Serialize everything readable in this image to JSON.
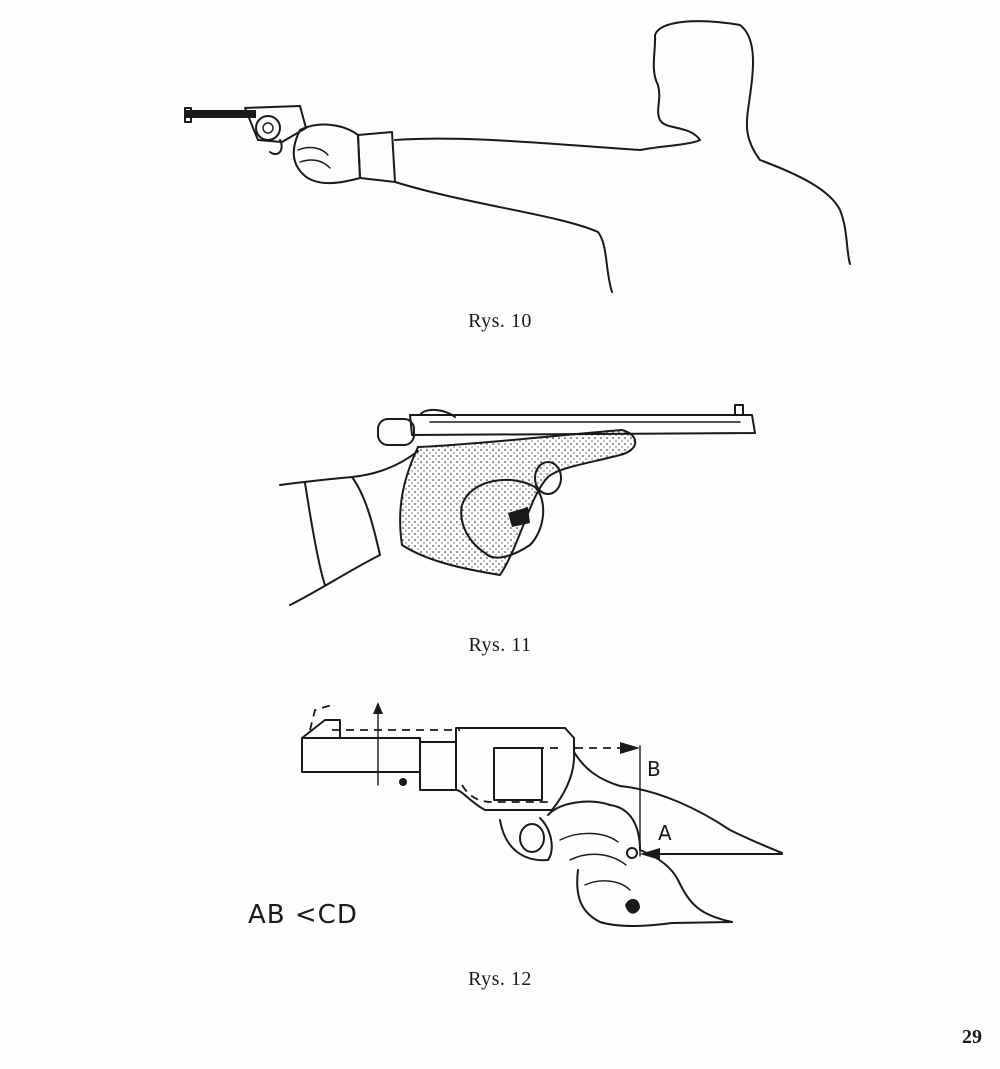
{
  "figures": [
    {
      "caption": "Rys. 10"
    },
    {
      "caption": "Rys. 11"
    },
    {
      "caption": "Rys. 12",
      "labels": {
        "point_b": "B",
        "point_a": "A",
        "inequality": "AB <CD"
      }
    }
  ],
  "page_number": "29"
}
